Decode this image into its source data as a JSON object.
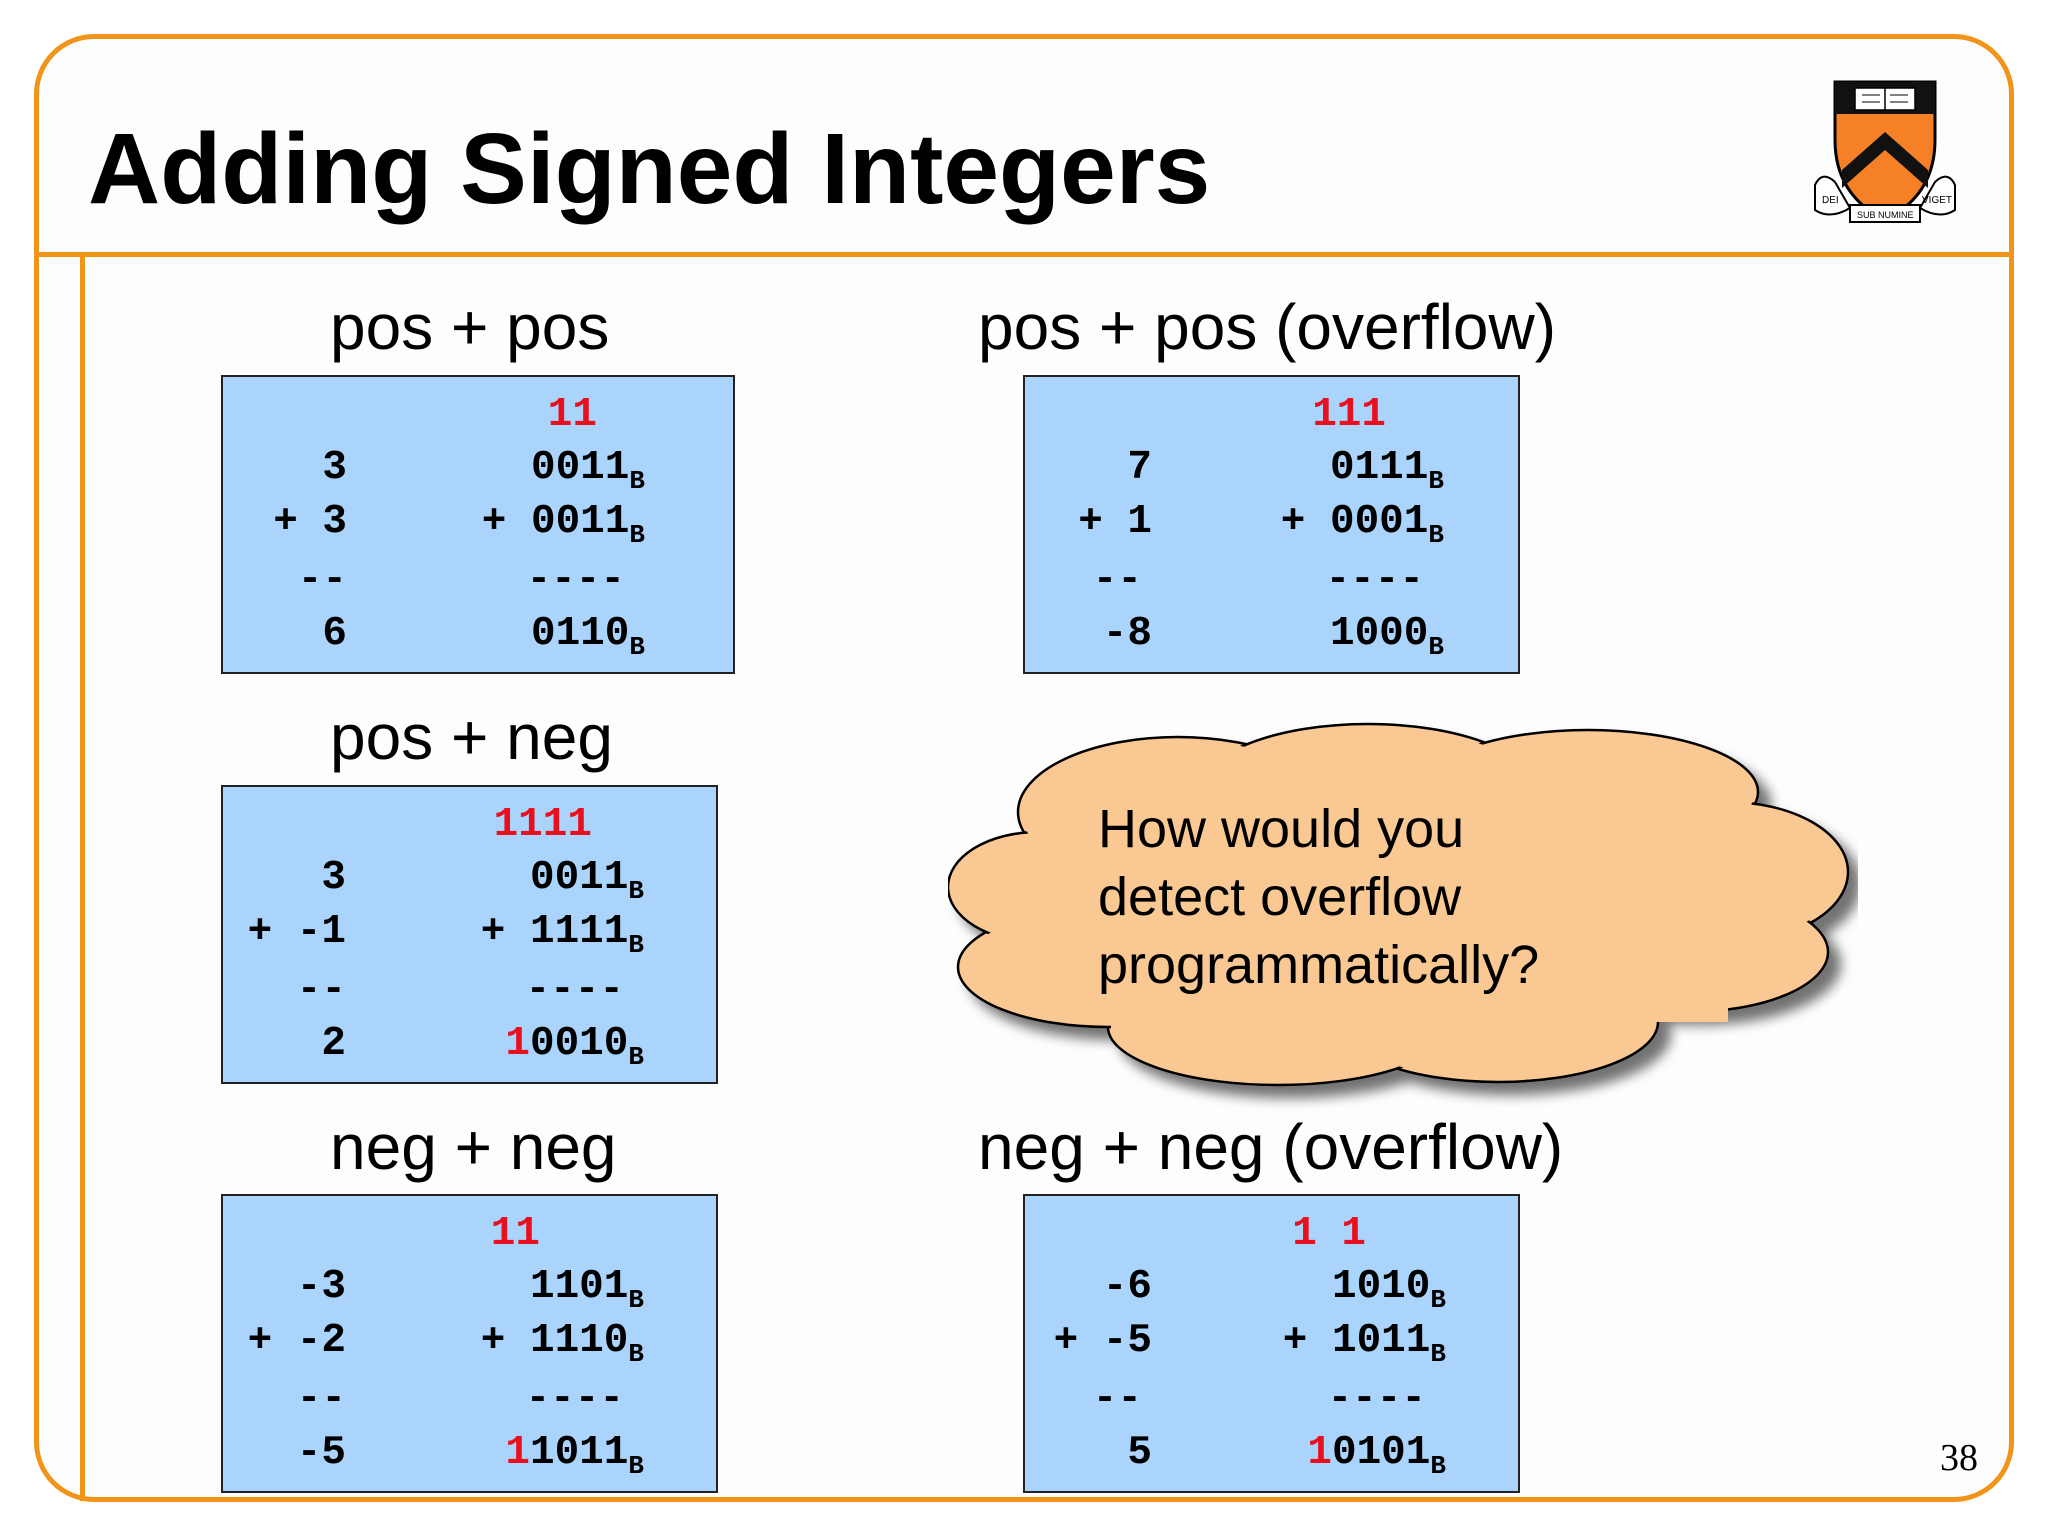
{
  "title": "Adding Signed Integers",
  "page_number": "38",
  "accent_color": "#f0951a",
  "box_color": "#aad4fc",
  "carry_color": "#e8101e",
  "cloud_color": "#f9c893",
  "crest": {
    "left_scroll": "DEI",
    "center_scroll": "SUB NUMINE",
    "right_scroll": "VIGET"
  },
  "cloud_text": [
    "How would you",
    "detect overflow",
    "programmatically?"
  ],
  "examples": [
    {
      "label": "pos + pos",
      "carry": "11",
      "dec_a": "3",
      "bin_a": "0011",
      "dec_b": "+ 3",
      "bin_b": "+ 0011",
      "dec_rule": "--",
      "bin_rule": "----",
      "dec_sum": "6",
      "bin_sum_overflow": "",
      "bin_sum": "0110",
      "suffix": "B"
    },
    {
      "label": "pos + pos (overflow)",
      "carry": "111",
      "dec_a": "7",
      "bin_a": "0111",
      "dec_b": "+ 1",
      "bin_b": "+ 0001",
      "dec_rule": "--",
      "bin_rule": "----",
      "dec_sum": "-8",
      "bin_sum_overflow": "",
      "bin_sum": "1000",
      "suffix": "B"
    },
    {
      "label": "pos + neg",
      "carry": "1111",
      "dec_a": "3",
      "bin_a": "0011",
      "dec_b": "+ -1",
      "bin_b": "+ 1111",
      "dec_rule": "--",
      "bin_rule": "----",
      "dec_sum": "2",
      "bin_sum_overflow": "1",
      "bin_sum": "0010",
      "suffix": "B"
    },
    {
      "label": "neg + neg",
      "carry": "11",
      "dec_a": "-3",
      "bin_a": "1101",
      "dec_b": "+ -2",
      "bin_b": "+ 1110",
      "dec_rule": "--",
      "bin_rule": "----",
      "dec_sum": "-5",
      "bin_sum_overflow": "1",
      "bin_sum": "1011",
      "suffix": "B"
    },
    {
      "label": "neg + neg (overflow)",
      "carry": "1 1",
      "dec_a": "-6",
      "bin_a": "1010",
      "dec_b": "+ -5",
      "bin_b": "+ 1011",
      "dec_rule": "--",
      "bin_rule": "----",
      "dec_sum": "5",
      "bin_sum_overflow": "1",
      "bin_sum": "0101",
      "suffix": "B"
    }
  ]
}
